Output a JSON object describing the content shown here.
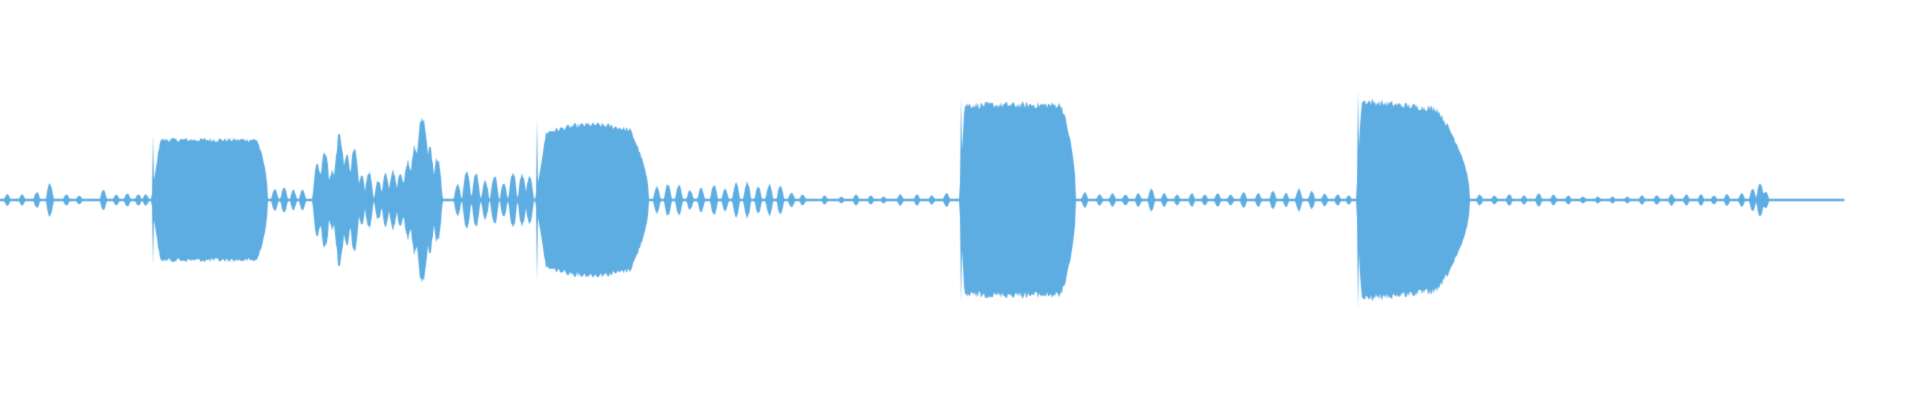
{
  "waveform": {
    "color": "#5dade2",
    "background": "#ffffff",
    "baseline_amplitude": 0.01,
    "segments": [
      {
        "type": "pulses",
        "start": 0.0,
        "end": 0.052,
        "pulses": [
          [
            0.004,
            0.05
          ],
          [
            0.012,
            0.05
          ],
          [
            0.02,
            0.07
          ],
          [
            0.027,
            0.15
          ],
          [
            0.036,
            0.05
          ],
          [
            0.043,
            0.04
          ]
        ]
      },
      {
        "type": "pulses",
        "start": 0.052,
        "end": 0.082,
        "pulses": [
          [
            0.056,
            0.09
          ],
          [
            0.063,
            0.05
          ],
          [
            0.069,
            0.06
          ],
          [
            0.075,
            0.05
          ],
          [
            0.079,
            0.05
          ]
        ]
      },
      {
        "type": "block",
        "start": 0.082,
        "end": 0.145,
        "amp": 0.52,
        "attack": 0.005,
        "release": 0.006,
        "shape": "flat"
      },
      {
        "type": "pulses",
        "start": 0.145,
        "end": 0.17,
        "pulses": [
          [
            0.149,
            0.1
          ],
          [
            0.154,
            0.11
          ],
          [
            0.159,
            0.09
          ],
          [
            0.164,
            0.09
          ]
        ]
      },
      {
        "type": "pulses",
        "start": 0.17,
        "end": 0.245,
        "pulses": [
          [
            0.172,
            0.32
          ],
          [
            0.176,
            0.44
          ],
          [
            0.18,
            0.26
          ],
          [
            0.184,
            0.57
          ],
          [
            0.188,
            0.4
          ],
          [
            0.192,
            0.44
          ],
          [
            0.196,
            0.22
          ],
          [
            0.2,
            0.25
          ],
          [
            0.205,
            0.18
          ],
          [
            0.209,
            0.24
          ],
          [
            0.213,
            0.26
          ],
          [
            0.217,
            0.24
          ],
          [
            0.221,
            0.35
          ],
          [
            0.225,
            0.48
          ],
          [
            0.229,
            0.75
          ],
          [
            0.233,
            0.45
          ],
          [
            0.237,
            0.38
          ]
        ]
      },
      {
        "type": "pulses",
        "start": 0.245,
        "end": 0.29,
        "pulses": [
          [
            0.248,
            0.14
          ],
          [
            0.253,
            0.26
          ],
          [
            0.258,
            0.24
          ],
          [
            0.263,
            0.17
          ],
          [
            0.268,
            0.22
          ],
          [
            0.273,
            0.15
          ],
          [
            0.278,
            0.25
          ],
          [
            0.283,
            0.23
          ],
          [
            0.287,
            0.21
          ]
        ]
      },
      {
        "type": "block",
        "start": 0.29,
        "end": 0.352,
        "amp": 0.65,
        "attack": 0.006,
        "release": 0.01,
        "shape": "round"
      },
      {
        "type": "pulses",
        "start": 0.352,
        "end": 0.44,
        "pulses": [
          [
            0.356,
            0.12
          ],
          [
            0.362,
            0.14
          ],
          [
            0.368,
            0.13
          ],
          [
            0.374,
            0.09
          ],
          [
            0.38,
            0.11
          ],
          [
            0.387,
            0.14
          ],
          [
            0.393,
            0.1
          ],
          [
            0.399,
            0.15
          ],
          [
            0.405,
            0.16
          ],
          [
            0.411,
            0.12
          ],
          [
            0.417,
            0.14
          ],
          [
            0.423,
            0.13
          ],
          [
            0.429,
            0.07
          ],
          [
            0.435,
            0.05
          ]
        ]
      },
      {
        "type": "pulses",
        "start": 0.44,
        "end": 0.52,
        "pulses": [
          [
            0.447,
            0.04
          ],
          [
            0.456,
            0.03
          ],
          [
            0.464,
            0.05
          ],
          [
            0.472,
            0.04
          ],
          [
            0.479,
            0.03
          ],
          [
            0.488,
            0.05
          ],
          [
            0.497,
            0.05
          ],
          [
            0.505,
            0.04
          ],
          [
            0.513,
            0.06
          ]
        ]
      },
      {
        "type": "block",
        "start": 0.52,
        "end": 0.583,
        "amp": 0.82,
        "attack": 0.003,
        "release": 0.008,
        "shape": "flat"
      },
      {
        "type": "pulses",
        "start": 0.583,
        "end": 0.735,
        "pulses": [
          [
            0.588,
            0.07
          ],
          [
            0.596,
            0.05
          ],
          [
            0.603,
            0.06
          ],
          [
            0.61,
            0.05
          ],
          [
            0.617,
            0.06
          ],
          [
            0.624,
            0.1
          ],
          [
            0.631,
            0.06
          ],
          [
            0.638,
            0.05
          ],
          [
            0.646,
            0.06
          ],
          [
            0.653,
            0.05
          ],
          [
            0.66,
            0.06
          ],
          [
            0.667,
            0.05
          ],
          [
            0.674,
            0.07
          ],
          [
            0.682,
            0.06
          ],
          [
            0.69,
            0.08
          ],
          [
            0.697,
            0.06
          ],
          [
            0.704,
            0.1
          ],
          [
            0.711,
            0.08
          ],
          [
            0.718,
            0.06
          ],
          [
            0.725,
            0.05
          ],
          [
            0.731,
            0.04
          ]
        ]
      },
      {
        "type": "block",
        "start": 0.735,
        "end": 0.797,
        "amp": 0.86,
        "attack": 0.003,
        "release": 0.018,
        "shape": "decay"
      },
      {
        "type": "pulses",
        "start": 0.797,
        "end": 0.962,
        "pulses": [
          [
            0.802,
            0.05
          ],
          [
            0.81,
            0.04
          ],
          [
            0.818,
            0.05
          ],
          [
            0.826,
            0.04
          ],
          [
            0.834,
            0.06
          ],
          [
            0.842,
            0.05
          ],
          [
            0.85,
            0.04
          ],
          [
            0.858,
            0.03
          ],
          [
            0.866,
            0.03
          ],
          [
            0.874,
            0.03
          ],
          [
            0.882,
            0.03
          ],
          [
            0.89,
            0.04
          ],
          [
            0.898,
            0.04
          ],
          [
            0.906,
            0.05
          ],
          [
            0.914,
            0.05
          ],
          [
            0.922,
            0.05
          ],
          [
            0.929,
            0.04
          ],
          [
            0.936,
            0.05
          ],
          [
            0.944,
            0.06
          ],
          [
            0.95,
            0.1
          ],
          [
            0.954,
            0.15
          ],
          [
            0.957,
            0.08
          ]
        ]
      }
    ]
  }
}
